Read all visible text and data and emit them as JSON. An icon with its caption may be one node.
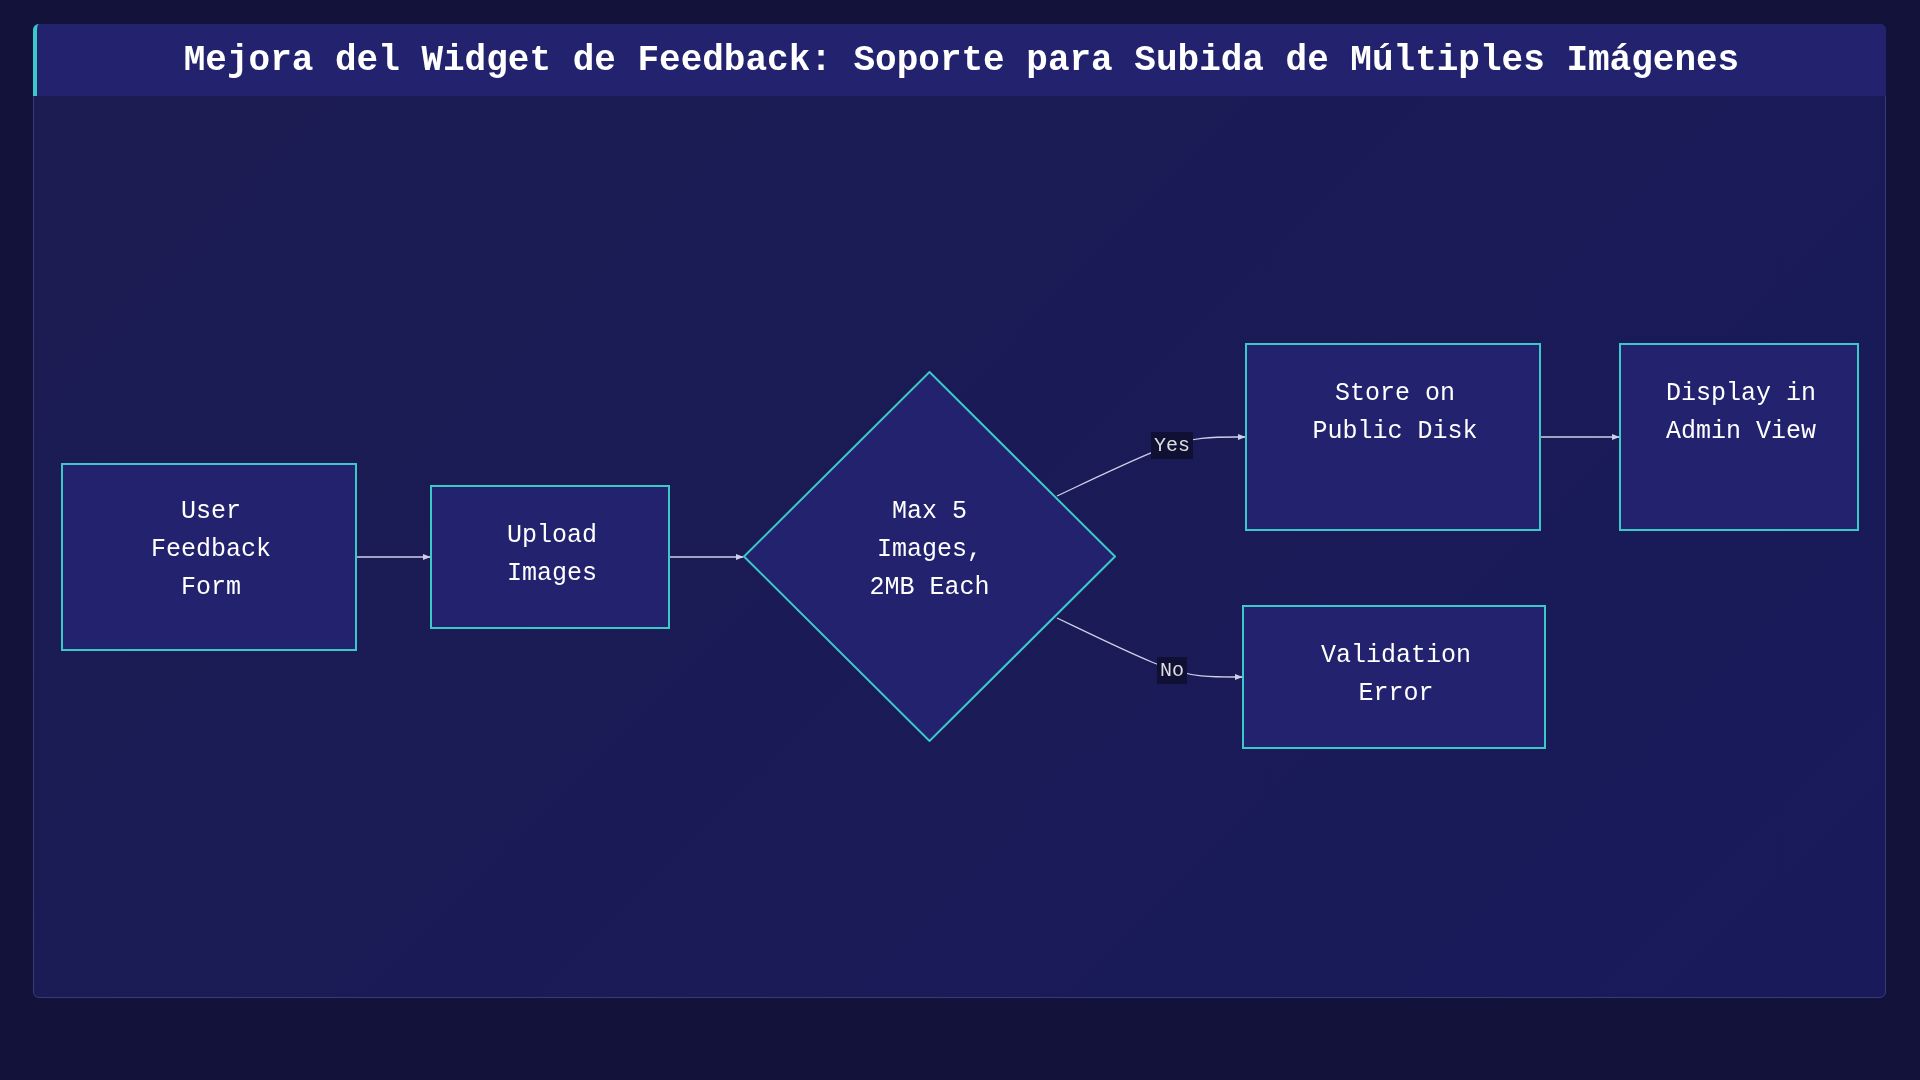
{
  "diagram": {
    "title": "Mejora del Widget de Feedback: Soporte para Subida de Múltiples Imágenes",
    "nodes": [
      {
        "text": [
          "User Feedback Form"
        ]
      },
      {
        "text": [
          "Upload Images"
        ]
      },
      {
        "text": [
          "Max 5 Images, 2MB Each"
        ]
      },
      {
        "text": [
          "Store on Public Disk"
        ]
      },
      {
        "text": [
          "Display in Admin View"
        ]
      },
      {
        "text": [
          "Validation Error"
        ]
      }
    ],
    "edges": [
      {
        "from": 0,
        "to": 1,
        "arrow": "to"
      },
      {
        "from": 1,
        "to": 2,
        "arrow": "to"
      },
      {
        "from": 2,
        "to": 3,
        "arrow": "to",
        "label": "Yes"
      },
      {
        "from": 3,
        "to": 4,
        "arrow": "to"
      },
      {
        "from": 2,
        "to": 5,
        "arrow": "to",
        "label": "No"
      }
    ]
  }
}
